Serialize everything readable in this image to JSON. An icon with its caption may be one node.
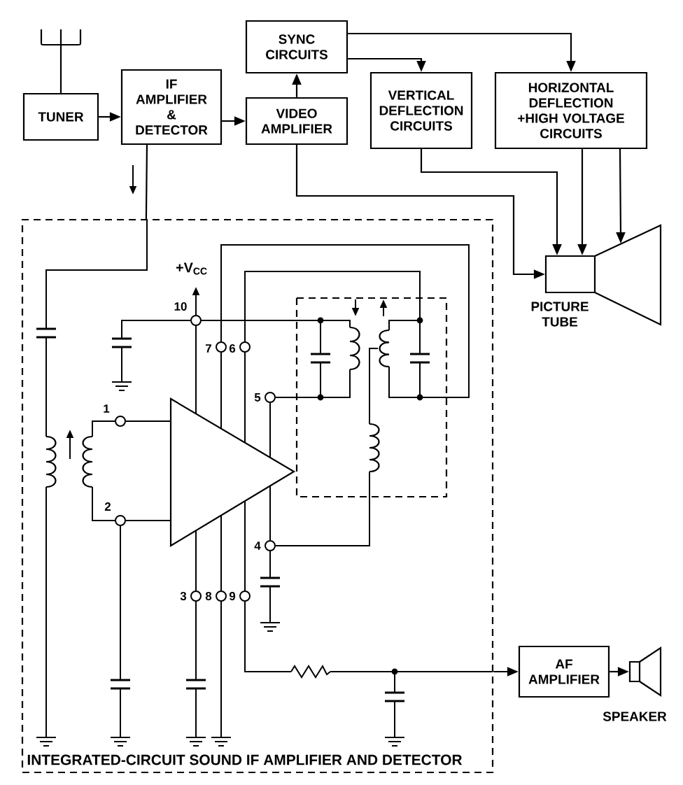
{
  "diagram": {
    "nodes": [
      {
        "text": [],
        "shape": "antenna"
      },
      {
        "text": [
          "TUNER"
        ]
      },
      {
        "text": [
          "IF AMPLIFIER & DETECTOR"
        ]
      },
      {
        "text": [
          "SYNC CIRCUITS"
        ]
      },
      {
        "text": [
          "VIDEO AMPLIFIER"
        ]
      },
      {
        "text": [
          "VERTICAL DEFLECTION CIRCUITS"
        ]
      },
      {
        "text": [
          "HORIZONTAL DEFLECTION +HIGH VOLTAGE CIRCUITS"
        ]
      },
      {
        "text": [
          "PICTURE TUBE"
        ]
      },
      {
        "text": [
          "INTEGRATED-CIRCUIT SOUND IF AMPLIFIER AND DETECTOR"
        ]
      },
      {
        "text": [
          "AF AMPLIFIER"
        ]
      },
      {
        "text": [
          "SPEAKER"
        ]
      }
    ],
    "edges": [
      {
        "from": 0,
        "to": 1,
        "arrow": "none"
      },
      {
        "from": 1,
        "to": 2,
        "arrow": "to"
      },
      {
        "from": 2,
        "to": 4,
        "arrow": "to"
      },
      {
        "from": 4,
        "to": 3,
        "arrow": "to"
      },
      {
        "from": 3,
        "to": 5,
        "arrow": "to"
      },
      {
        "from": 3,
        "to": 6,
        "arrow": "to"
      },
      {
        "from": 4,
        "to": 7,
        "arrow": "to"
      },
      {
        "from": 5,
        "to": 7,
        "arrow": "to"
      },
      {
        "from": 6,
        "to": 7,
        "arrow": "to"
      },
      {
        "from": 6,
        "to": 7,
        "arrow": "to"
      },
      {
        "from": 2,
        "to": 8,
        "arrow": "none"
      },
      {
        "from": 8,
        "to": 9,
        "arrow": "to"
      },
      {
        "from": 9,
        "to": 10,
        "arrow": "to"
      }
    ],
    "labels": [
      "+V$_{CC}$",
      "10",
      "7",
      "6",
      "5",
      "1",
      "2",
      "4",
      "3",
      "8",
      "9"
    ]
  }
}
